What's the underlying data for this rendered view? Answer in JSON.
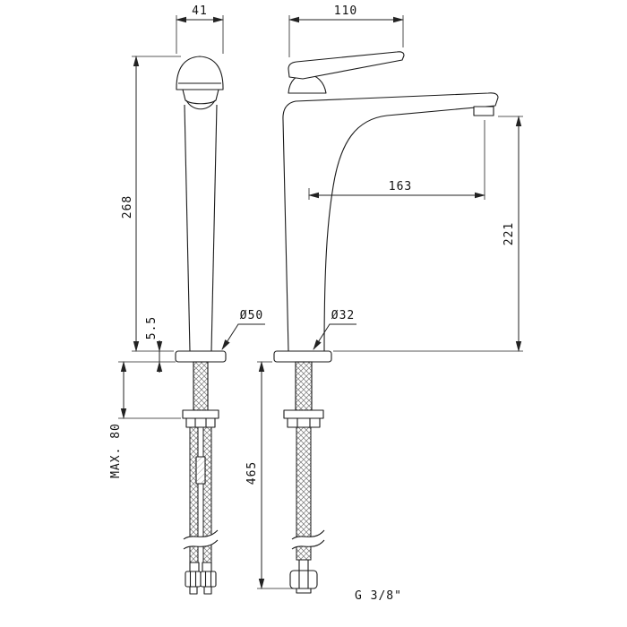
{
  "dims": {
    "handle_width": "41",
    "lever_length": "110",
    "height_to_top": "268",
    "spout_reach": "163",
    "spout_height": "221",
    "base_plate_thickness": "5.5",
    "base_diameter": "Ø50",
    "column_diameter": "Ø32",
    "max_deck_thickness": "MAX. 80",
    "hose_length": "465",
    "thread_size": "G 3/8\""
  }
}
